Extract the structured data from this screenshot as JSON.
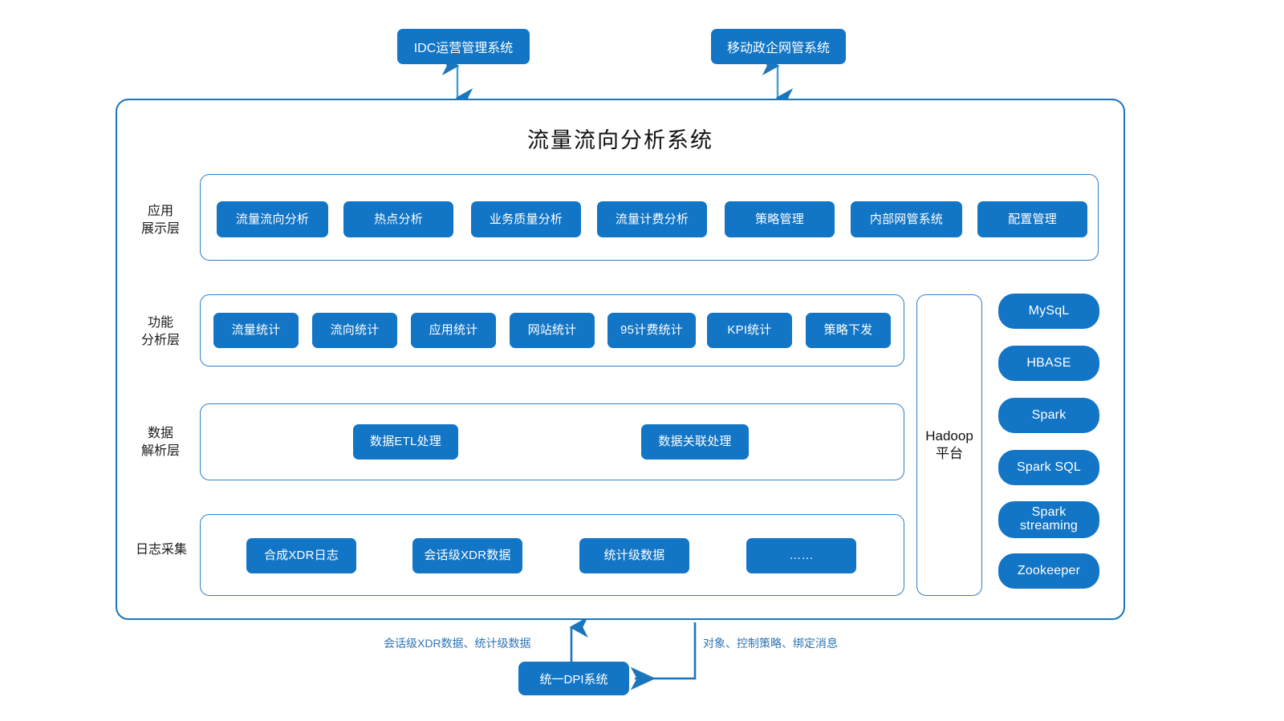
{
  "diagram": {
    "title": "流量流向分析系统",
    "accent_color": "#1275c5",
    "frame_border_color": "#1b75bb",
    "layer_border_color": "#2f80c4",
    "flow_label_color": "#2e75b6"
  },
  "external_systems": [
    {
      "label": "IDC运营管理系统",
      "connector": "double-arrow-vertical"
    },
    {
      "label": "移动政企网管系统",
      "connector": "double-arrow-vertical"
    }
  ],
  "layers": [
    {
      "name": "应用展示层",
      "label_lines": [
        "应用",
        "展示层"
      ],
      "items": [
        "流量流向分析",
        "热点分析",
        "业务质量分析",
        "流量计费分析",
        "策略管理",
        "内部网管系统",
        "配置管理"
      ]
    },
    {
      "name": "功能分析层",
      "label_lines": [
        "功能",
        "分析层"
      ],
      "items": [
        "流量统计",
        "流向统计",
        "应用统计",
        "网站统计",
        "95计费统计",
        "KPI统计",
        "策略下发"
      ]
    },
    {
      "name": "数据解析层",
      "label_lines": [
        "数据",
        "解析层"
      ],
      "items": [
        "数据ETL处理",
        "数据关联处理"
      ]
    },
    {
      "name": "日志采集",
      "label_lines": [
        "日志采集"
      ],
      "items": [
        "合成XDR日志",
        "会话级XDR数据",
        "统计级数据",
        "……"
      ]
    }
  ],
  "platform": {
    "label_lines": [
      "Hadoop",
      "平台"
    ]
  },
  "tech_stack": [
    {
      "label": "MySqL"
    },
    {
      "label": "HBASE"
    },
    {
      "label": "Spark"
    },
    {
      "label": "Spark SQL"
    },
    {
      "label_lines": [
        "Spark",
        "streaming"
      ],
      "label": "Spark streaming"
    },
    {
      "label": "Zookeeper"
    }
  ],
  "bottom_flow": {
    "source_label": "统一DPI系统",
    "up_label": "会话级XDR数据、统计级数据",
    "down_label": "对象、控制策略、绑定消息"
  }
}
